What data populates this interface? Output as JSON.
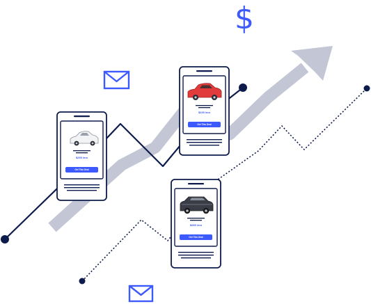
{
  "colors": {
    "navy": "#0d1b4c",
    "arrow": "#c3c6d4",
    "accent": "#3d5afe",
    "screen_bg": "#eceef4",
    "car_white": "#f2f3f5",
    "car_red": "#e23b3b",
    "car_dark": "#3a3d45"
  },
  "decor": {
    "currency_symbol": "$",
    "currency_icon": "dollar-icon",
    "mail_icon": "envelope-icon"
  },
  "cards": [
    {
      "id": "deal-card-1",
      "car_color": "car_white",
      "car_icon": "car-icon",
      "price": "$259 /mo",
      "button": "Get This Deal"
    },
    {
      "id": "deal-card-2",
      "car_color": "car_red",
      "car_icon": "car-icon",
      "price": "$239 /mo",
      "button": "Get This Deal"
    },
    {
      "id": "deal-card-3",
      "car_color": "car_dark",
      "car_icon": "suv-icon",
      "price": "$289 /mo",
      "button": "Get This Deal"
    }
  ]
}
